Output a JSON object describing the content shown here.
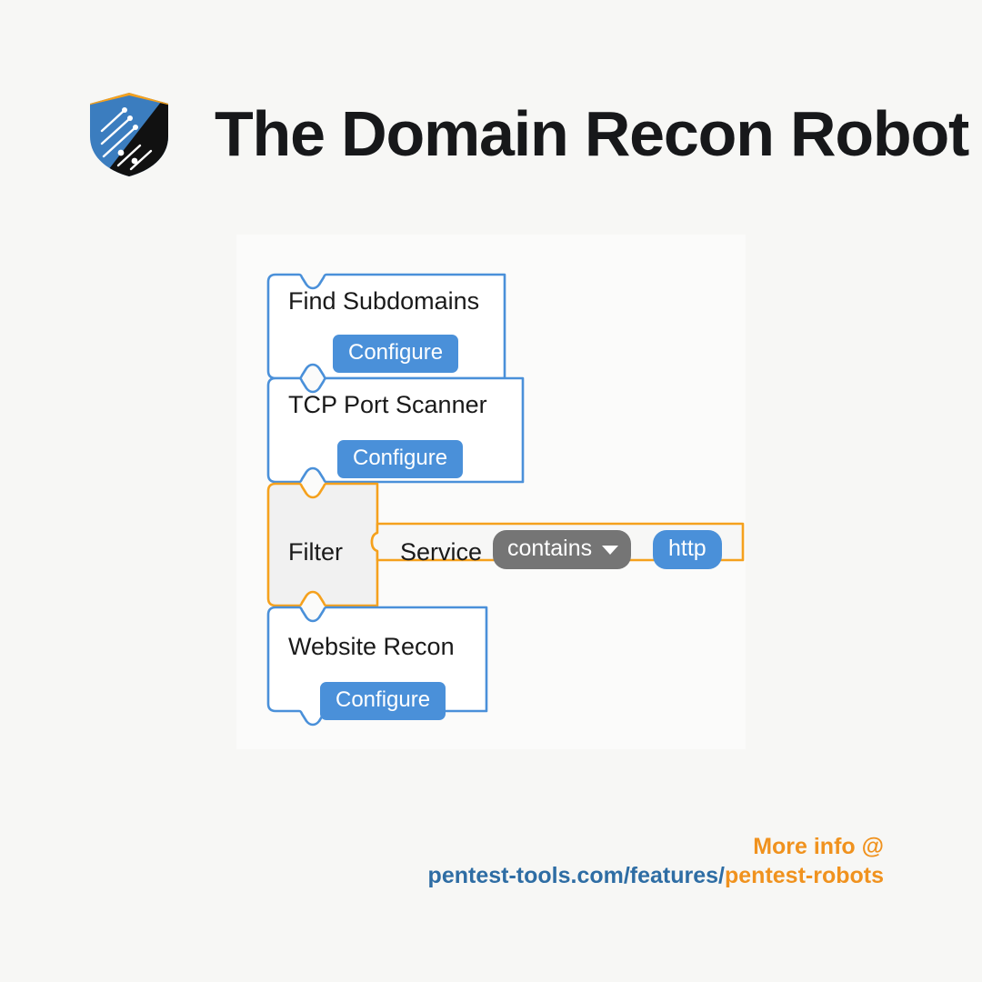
{
  "page": {
    "background_color": "#f7f7f5",
    "canvas_color": "#fbfbfa"
  },
  "header": {
    "title": "The Domain Recon Robot",
    "logo": {
      "icon": "shield-logo-icon",
      "colors": {
        "top_band": "#f5a11d",
        "left_panel": "#3b7dbf",
        "right_panel": "#111111",
        "lines": "#ffffff"
      }
    }
  },
  "workflow": {
    "blocks": [
      {
        "id": "find-subdomains",
        "name": "Find Subdomains",
        "type": "tool",
        "border_color": "#4a90d9",
        "fill_color": "#ffffff",
        "button_label": "Configure"
      },
      {
        "id": "tcp-port-scanner",
        "name": "TCP Port Scanner",
        "type": "tool",
        "border_color": "#4a90d9",
        "fill_color": "#ffffff",
        "button_label": "Configure"
      },
      {
        "id": "filter",
        "name": "Filter",
        "type": "filter",
        "border_color": "#f5a11d",
        "fill_color": "#f1f1f1",
        "condition": {
          "field_label": "Service",
          "operator": "contains",
          "operator_icon": "chevron-down-icon",
          "value": "http",
          "operator_color": "#757575",
          "value_color": "#4a90d9"
        }
      },
      {
        "id": "website-recon",
        "name": "Website Recon",
        "type": "tool",
        "border_color": "#4a90d9",
        "fill_color": "#ffffff",
        "button_label": "Configure"
      }
    ]
  },
  "footer": {
    "more_info": "More info @",
    "url_base": "pentest-tools.com/features/",
    "url_path": "pentest-robots",
    "accent_orange": "#f0921e",
    "accent_blue": "#2e6da4"
  }
}
